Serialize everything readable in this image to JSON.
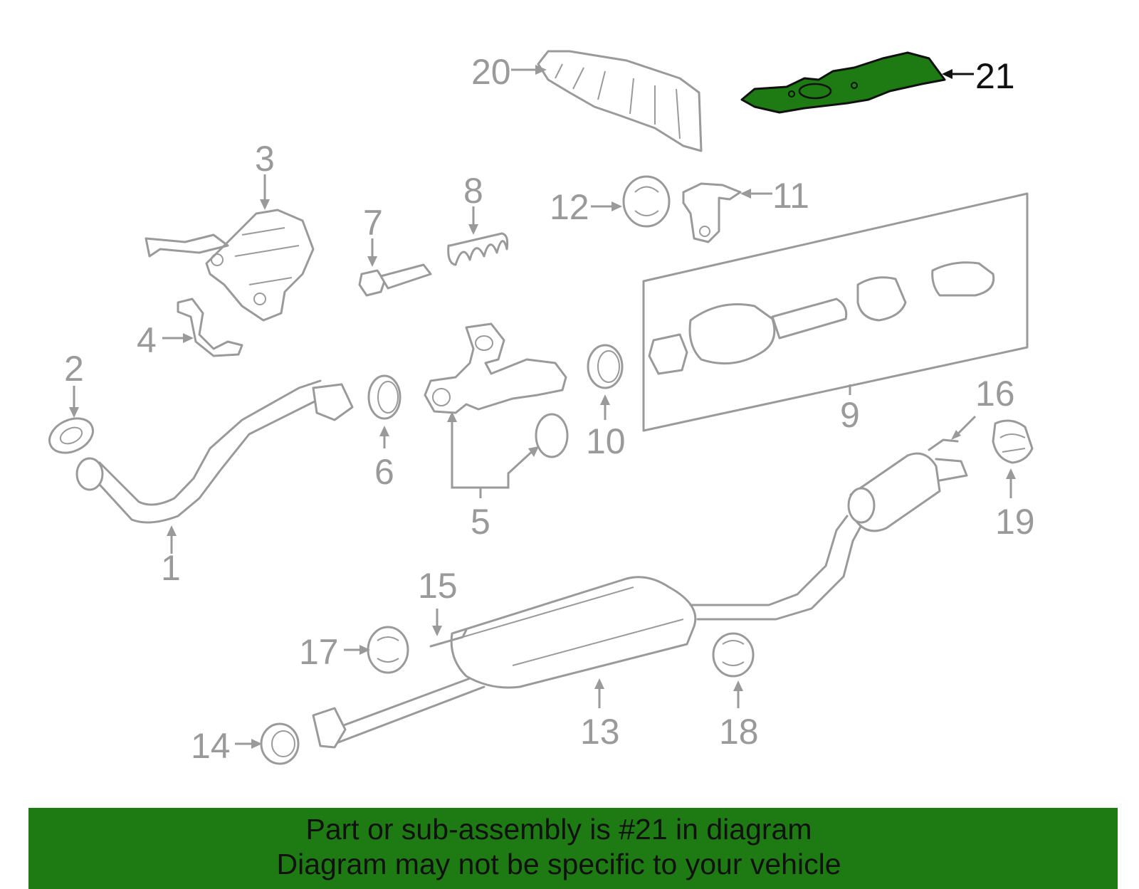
{
  "diagram": {
    "callouts": {
      "c1": "1",
      "c2": "2",
      "c3": "3",
      "c4": "4",
      "c5": "5",
      "c6": "6",
      "c7": "7",
      "c8": "8",
      "c9": "9",
      "c10": "10",
      "c11": "11",
      "c12": "12",
      "c13": "13",
      "c14": "14",
      "c15": "15",
      "c16": "16",
      "c17": "17",
      "c18": "18",
      "c19": "19",
      "c20": "20",
      "c21": "21"
    },
    "highlighted_part": "21",
    "colors": {
      "highlight": "#1e7b14",
      "line": "#9a9a9a",
      "text_dark": "#111111"
    }
  },
  "banner": {
    "line1": "Part or sub-assembly is #21 in diagram",
    "line2": "Diagram may not be specific to your vehicle"
  }
}
